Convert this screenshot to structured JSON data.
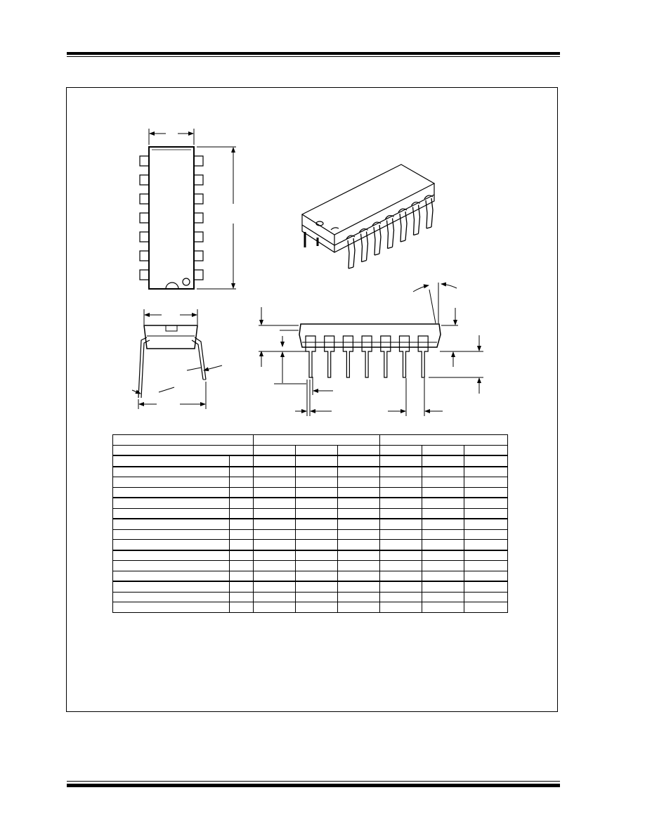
{
  "page": {
    "background": "#ffffff",
    "ink": "#000000"
  },
  "figure": {
    "views": [
      "top-view",
      "isometric-view",
      "end-view",
      "side-view"
    ],
    "pin_count": 14
  },
  "dimension_table": {
    "column_groups": [
      "",
      "",
      ""
    ],
    "sub_headers": [
      "",
      "",
      "",
      "",
      "",
      ""
    ],
    "rows": [
      [
        "",
        "",
        "",
        "",
        "",
        "",
        "",
        ""
      ],
      [
        "",
        "",
        "",
        "",
        "",
        "",
        "",
        ""
      ],
      [
        "",
        "",
        "",
        "",
        "",
        "",
        "",
        ""
      ],
      [
        "",
        "",
        "",
        "",
        "",
        "",
        "",
        ""
      ],
      [
        "",
        "",
        "",
        "",
        "",
        "",
        "",
        ""
      ],
      [
        "",
        "",
        "",
        "",
        "",
        "",
        "",
        ""
      ],
      [
        "",
        "",
        "",
        "",
        "",
        "",
        "",
        ""
      ],
      [
        "",
        "",
        "",
        "",
        "",
        "",
        "",
        ""
      ],
      [
        "",
        "",
        "",
        "",
        "",
        "",
        "",
        ""
      ],
      [
        "",
        "",
        "",
        "",
        "",
        "",
        "",
        ""
      ],
      [
        "",
        "",
        "",
        "",
        "",
        "",
        "",
        ""
      ],
      [
        "",
        "",
        "",
        "",
        "",
        "",
        "",
        ""
      ],
      [
        "",
        "",
        "",
        "",
        "",
        "",
        "",
        ""
      ],
      [
        "",
        "",
        "",
        "",
        "",
        "",
        "",
        ""
      ],
      [
        "",
        "",
        "",
        "",
        "",
        "",
        "",
        ""
      ]
    ]
  }
}
